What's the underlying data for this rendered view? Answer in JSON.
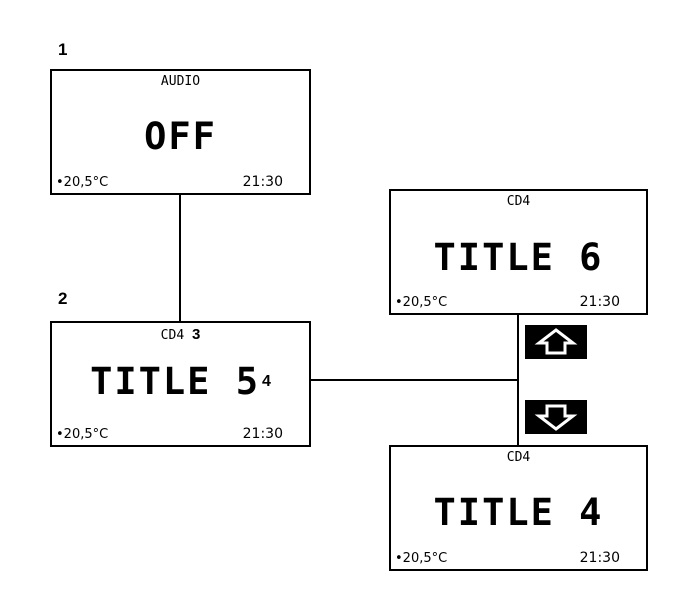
{
  "callouts": {
    "c1": "1",
    "c2": "2",
    "c3": "3",
    "c4": "4"
  },
  "screens": {
    "audio_off": {
      "source": "AUDIO",
      "main": "OFF",
      "temp": "•20,5°C",
      "time": "21:30"
    },
    "title5": {
      "source": "CD4",
      "main": "TITLE 5",
      "temp": "•20,5°C",
      "time": "21:30"
    },
    "title6": {
      "source": "CD4",
      "main": "TITLE 6",
      "temp": "•20,5°C",
      "time": "21:30"
    },
    "title4": {
      "source": "CD4",
      "main": "TITLE 4",
      "temp": "•20,5°C",
      "time": "21:30"
    }
  },
  "keys": {
    "up": "arrow-up-icon",
    "down": "arrow-down-icon"
  },
  "colors": {
    "ink": "#000000",
    "paper": "#ffffff"
  }
}
